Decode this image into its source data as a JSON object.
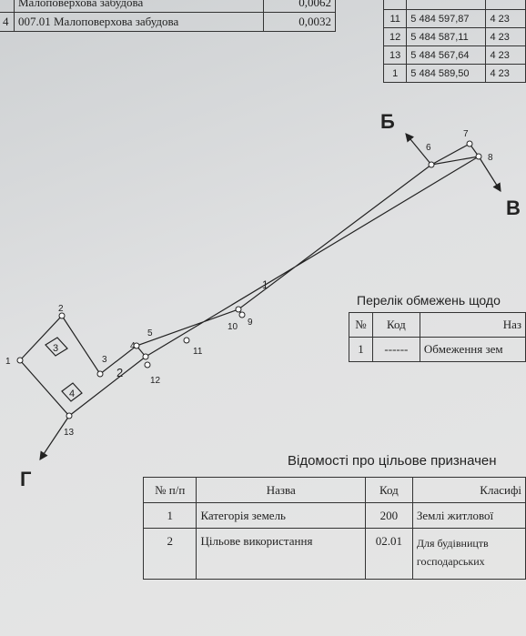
{
  "top_left_table": {
    "rows": [
      {
        "num": "",
        "code": "",
        "name": "Малоповерхова забудова",
        "value": "0,0062"
      },
      {
        "num": "4",
        "code": "007.01",
        "name": "Малоповерхова забудова",
        "value": "0,0032"
      }
    ]
  },
  "coord_table": {
    "rows": [
      {
        "pt": "",
        "x": "",
        "y": ""
      },
      {
        "pt": "11",
        "x": "5 484 597,87",
        "y": "4 23"
      },
      {
        "pt": "12",
        "x": "5 484 587,11",
        "y": "4 23"
      },
      {
        "pt": "13",
        "x": "5 484 567,64",
        "y": "4 23"
      },
      {
        "pt": "1",
        "x": "5 484 589,50",
        "y": "4 23"
      }
    ]
  },
  "plan": {
    "directions": {
      "b": "Б",
      "v": "В",
      "g": "Г"
    },
    "points": [
      "1",
      "2",
      "3",
      "4",
      "5",
      "6",
      "7",
      "8",
      "9",
      "10",
      "11",
      "12",
      "13"
    ],
    "parcels": [
      "1",
      "2",
      "3",
      "4"
    ]
  },
  "restrictions": {
    "caption": "Перелік обмежень щодо",
    "headers": {
      "num": "№",
      "code": "Код",
      "name": "Наз"
    },
    "rows": [
      {
        "num": "1",
        "code": "------",
        "name": "Обмеження зем"
      }
    ]
  },
  "purpose": {
    "caption": "Відомості про цільове призначен",
    "headers": {
      "num": "№ п/п",
      "name": "Назва",
      "code": "Код",
      "class": "Класифі"
    },
    "rows": [
      {
        "num": "1",
        "name": "Категорія земель",
        "code": "200",
        "class": "Землі житлової"
      },
      {
        "num": "2",
        "name": "Цільове використання",
        "code": "02.01",
        "class": "Для будівництв",
        "class2": "господарських"
      }
    ]
  }
}
